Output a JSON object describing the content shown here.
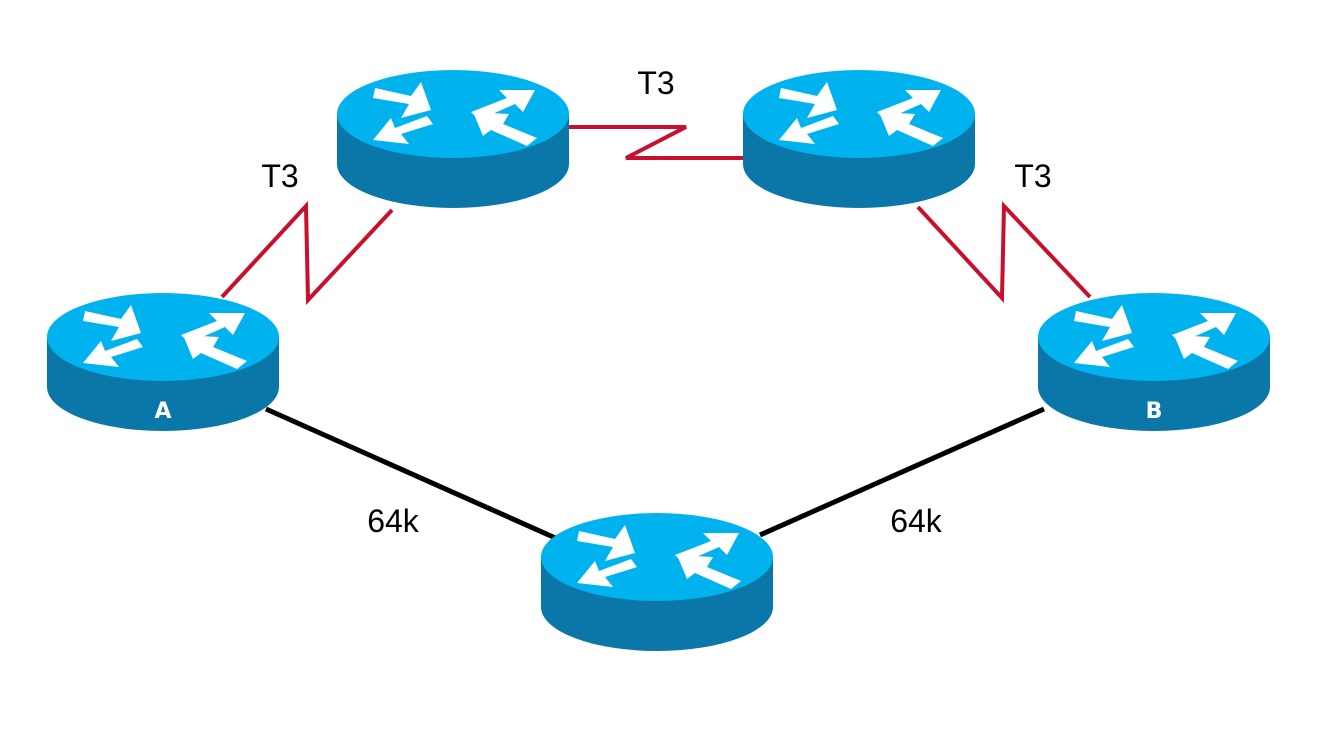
{
  "colors": {
    "t3_link": "#c8102e",
    "slow_link": "#000000",
    "router_top": "#00b2ee",
    "router_body": "#0a77a8",
    "router_arrows": "#ffffff"
  },
  "icons": {
    "router": "router-icon"
  },
  "routers": {
    "a": {
      "label": "A"
    },
    "b": {
      "label": "B"
    },
    "top_left": {
      "label": ""
    },
    "top_right": {
      "label": ""
    },
    "bottom": {
      "label": ""
    }
  },
  "links": {
    "a_top_left": {
      "label": "T3",
      "type": "serial"
    },
    "top_left_top_right": {
      "label": "T3",
      "type": "serial"
    },
    "top_right_b": {
      "label": "T3",
      "type": "serial"
    },
    "a_bottom": {
      "label": "64k",
      "type": "ethernet"
    },
    "bottom_b": {
      "label": "64k",
      "type": "ethernet"
    }
  }
}
